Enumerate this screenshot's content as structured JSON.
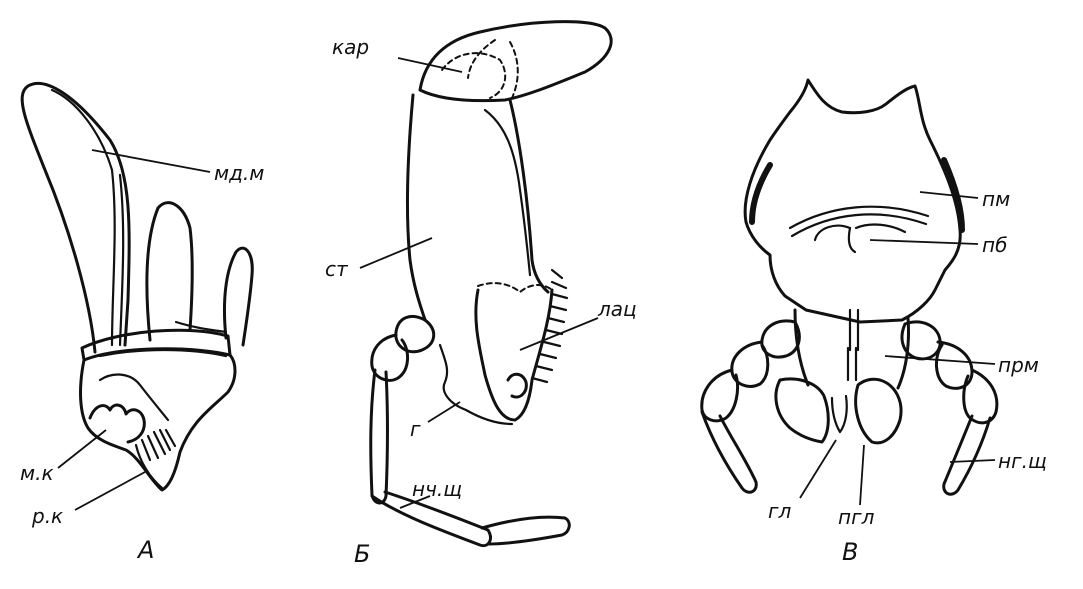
{
  "panels": {
    "a": "А",
    "b": "Б",
    "v": "В"
  },
  "labels": {
    "md_m": "мд.м",
    "m_k": "м.к",
    "r_k": "р.к",
    "kar": "кар",
    "st": "ст",
    "lats": "лац",
    "g": "г",
    "nch_shch": "нч.щ",
    "pm": "пм",
    "pb": "пб",
    "prm": "прм",
    "ng_shch": "нг.щ",
    "gl": "гл",
    "pgl": "пгл"
  }
}
